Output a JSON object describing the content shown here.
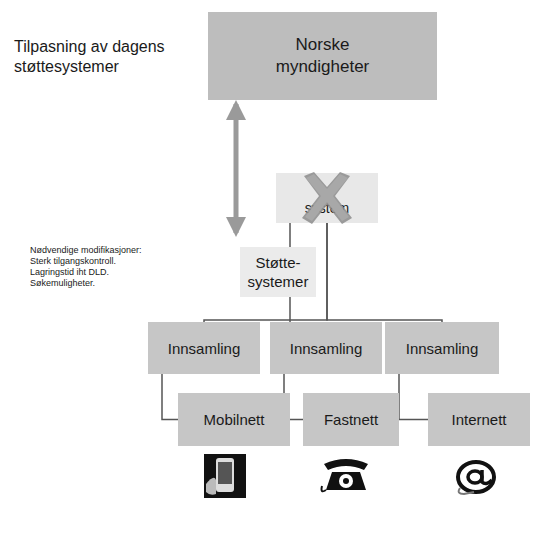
{
  "diagram": {
    "title": "Tilpasning av dagens støttesystemer",
    "nodes": [
      {
        "text": [
          "Norske myndigheter"
        ]
      },
      {
        "text": [
          "system"
        ]
      },
      {
        "text": [
          "Støtte- systemer"
        ]
      },
      {
        "text": [
          "Innsamling"
        ]
      },
      {
        "text": [
          "Innsamling"
        ]
      },
      {
        "text": [
          "Innsamling"
        ]
      },
      {
        "text": [
          "Mobilnett"
        ]
      },
      {
        "text": [
          "Fastnett"
        ]
      },
      {
        "text": [
          "Internett"
        ]
      }
    ],
    "edges": [
      {
        "from": 0,
        "to": 2,
        "arrow": "both"
      },
      {
        "from": 1,
        "to": 3,
        "arrow": "none"
      },
      {
        "from": 1,
        "to": 4,
        "arrow": "none"
      },
      {
        "from": 1,
        "to": 5,
        "arrow": "none"
      },
      {
        "from": 3,
        "to": 6,
        "arrow": "none"
      },
      {
        "from": 4,
        "to": 7,
        "arrow": "none"
      },
      {
        "from": 5,
        "to": 8,
        "arrow": "none"
      }
    ],
    "labels": [
      "Nødvendige modifikasjoner:",
      "Sterk tilgangskontroll.",
      "Lagringstid iht DLD.",
      "Søkemuligheter."
    ]
  }
}
